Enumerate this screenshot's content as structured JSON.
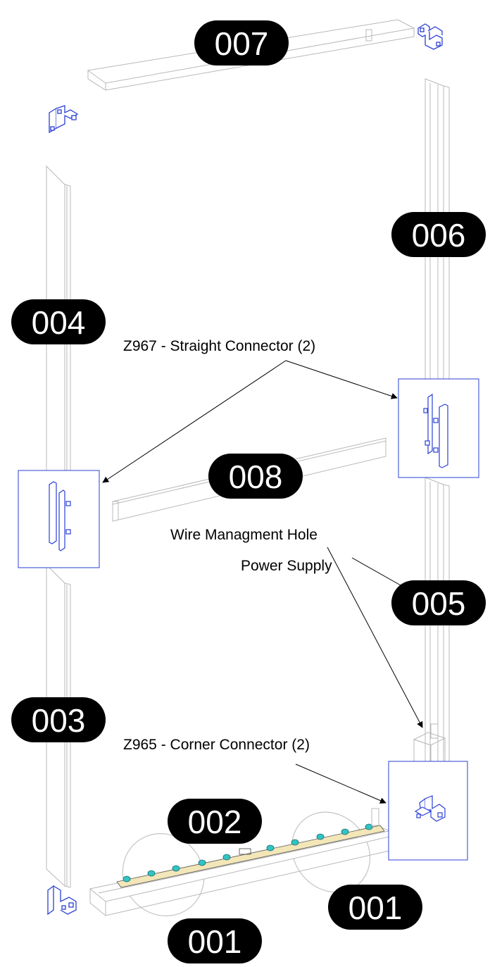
{
  "labels": {
    "part_007": "007",
    "part_006": "006",
    "part_004": "004",
    "part_008": "008",
    "part_005": "005",
    "part_003": "003",
    "part_002": "002",
    "part_001_right": "001",
    "part_001_bottom": "001"
  },
  "callouts": {
    "straight_connector": "Z967 - Straight Connector (2)",
    "wire_hole": "Wire Managment Hole",
    "power_supply": "Power Supply",
    "corner_connector": "Z965 - Corner Connector (2)"
  },
  "colors": {
    "pill": "#000000",
    "pill_text": "#ffffff",
    "connector_blue": "#2a3fd6",
    "part_line": "#b8b8b8",
    "leader": "#000000",
    "led_strip": "#f3e6b8",
    "led_cap": "#32c4c4"
  }
}
